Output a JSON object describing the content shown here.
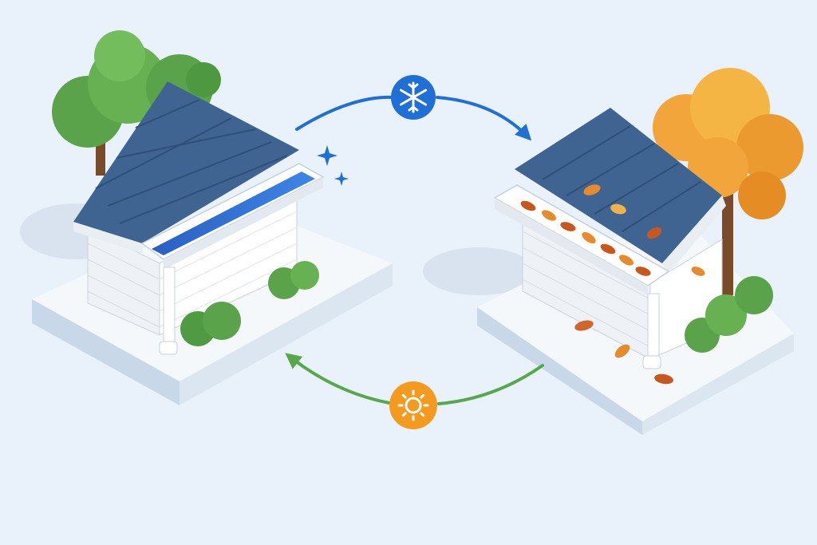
{
  "diagram": {
    "kind": "seasonal-gutter-cycle",
    "colors": {
      "background": "#e9f1fa",
      "winter_accent": "#1f6fd6",
      "summer_accent": "#f39a1f",
      "cycle_arrow_return": "#57a84a",
      "roof": "#3f6491",
      "siding": "#f4f6f8",
      "gutter": "#ffffff",
      "water": "#2f6fd0",
      "tree_green": "#5aa34a",
      "tree_orange": "#f1a53a",
      "leaf_brown": "#c8571f"
    },
    "panels": [
      {
        "name": "clean-gutter-house",
        "tree": "green-tree",
        "gutter_state": "clear-flowing-water",
        "sparkles": 2
      },
      {
        "name": "leaf-clogged-gutter-house",
        "tree": "autumn-tree",
        "gutter_state": "filled-with-leaves",
        "falling_leaves": 4
      }
    ],
    "cycle": [
      {
        "name": "to-autumn",
        "icon": "snowflake-icon",
        "direction": "left-to-right",
        "color": "#1f6fd6"
      },
      {
        "name": "to-clean",
        "icon": "sun-icon",
        "direction": "right-to-left",
        "color": "#57a84a",
        "icon_color": "#f39a1f"
      }
    ]
  }
}
